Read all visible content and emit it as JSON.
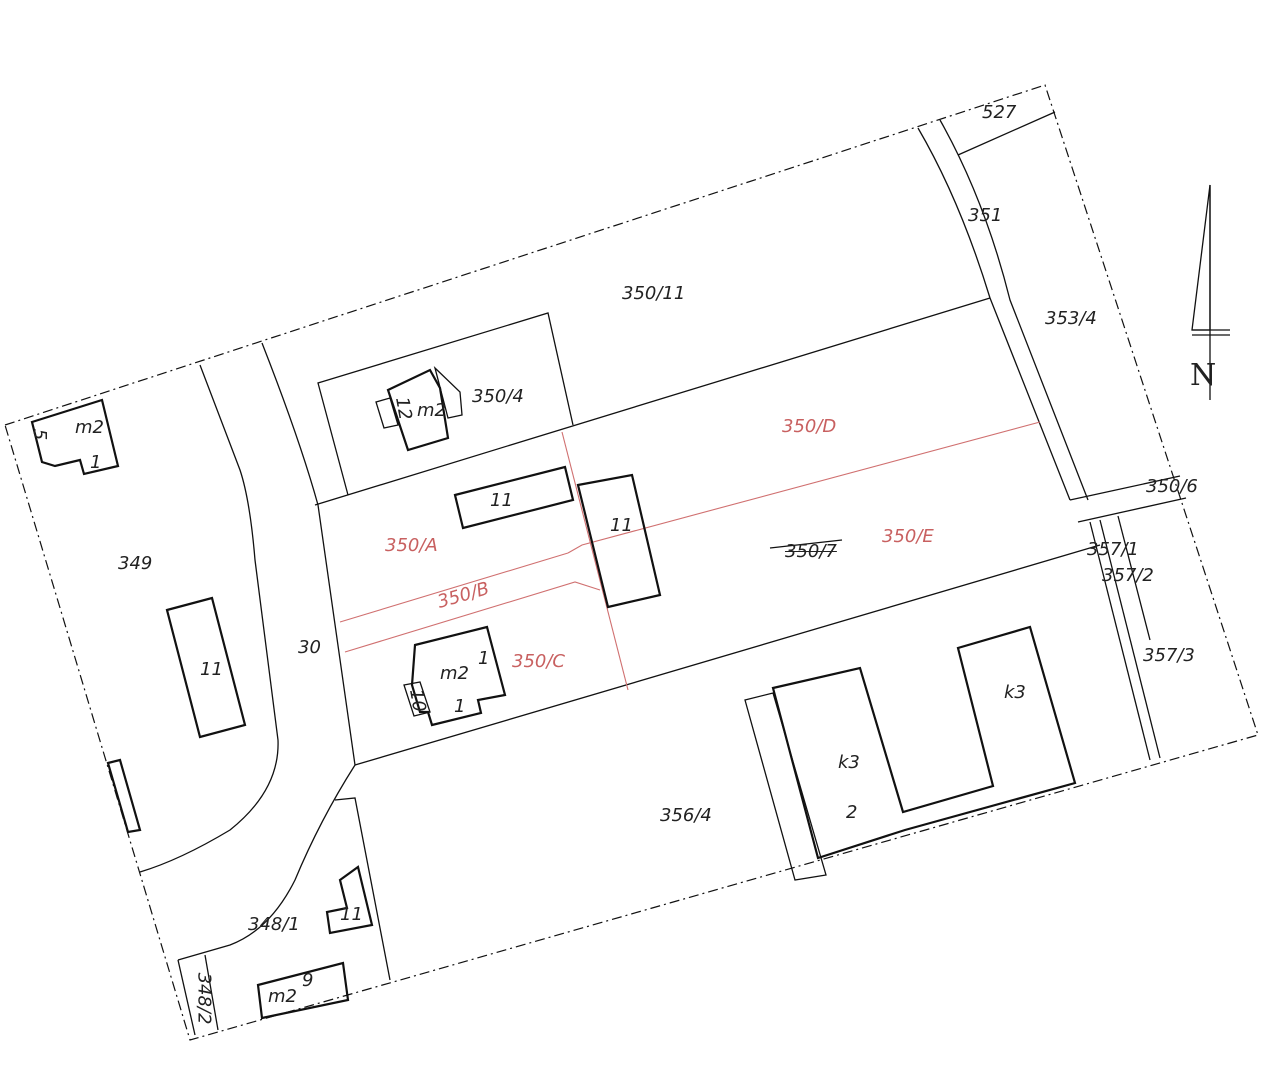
{
  "parcels": {
    "p527": "527",
    "p351": "351",
    "p350_11": "350/11",
    "p353_4": "353/4",
    "p350_4": "350/4",
    "p349": "349",
    "p30": "30",
    "p350_7": "350/7",
    "p350_6": "350/6",
    "p357_1": "357/1",
    "p357_2": "357/2",
    "p357_3": "357/3",
    "p356_4": "356/4",
    "p348_1": "348/1",
    "p348_2": "348/2"
  },
  "subdivisions": {
    "a": "350/A",
    "b": "350/B",
    "c": "350/C",
    "d": "350/D",
    "e": "350/E"
  },
  "buildings": {
    "m2_a": "m2",
    "n5": "5",
    "one_a": "1",
    "m2_b": "m2",
    "n12": "12",
    "eleven_a": "11",
    "eleven_b": "11",
    "eleven_c": "11",
    "m2_c": "m2",
    "one_b": "1",
    "one_c": "1",
    "n10": "10",
    "k3_a": "k3",
    "k3_b": "k3",
    "n2": "2",
    "eleven_d": "11",
    "m2_d": "m2",
    "n9": "9"
  },
  "north_label": "N",
  "colors": {
    "line": "#111111",
    "subdivision": "#c86060"
  }
}
